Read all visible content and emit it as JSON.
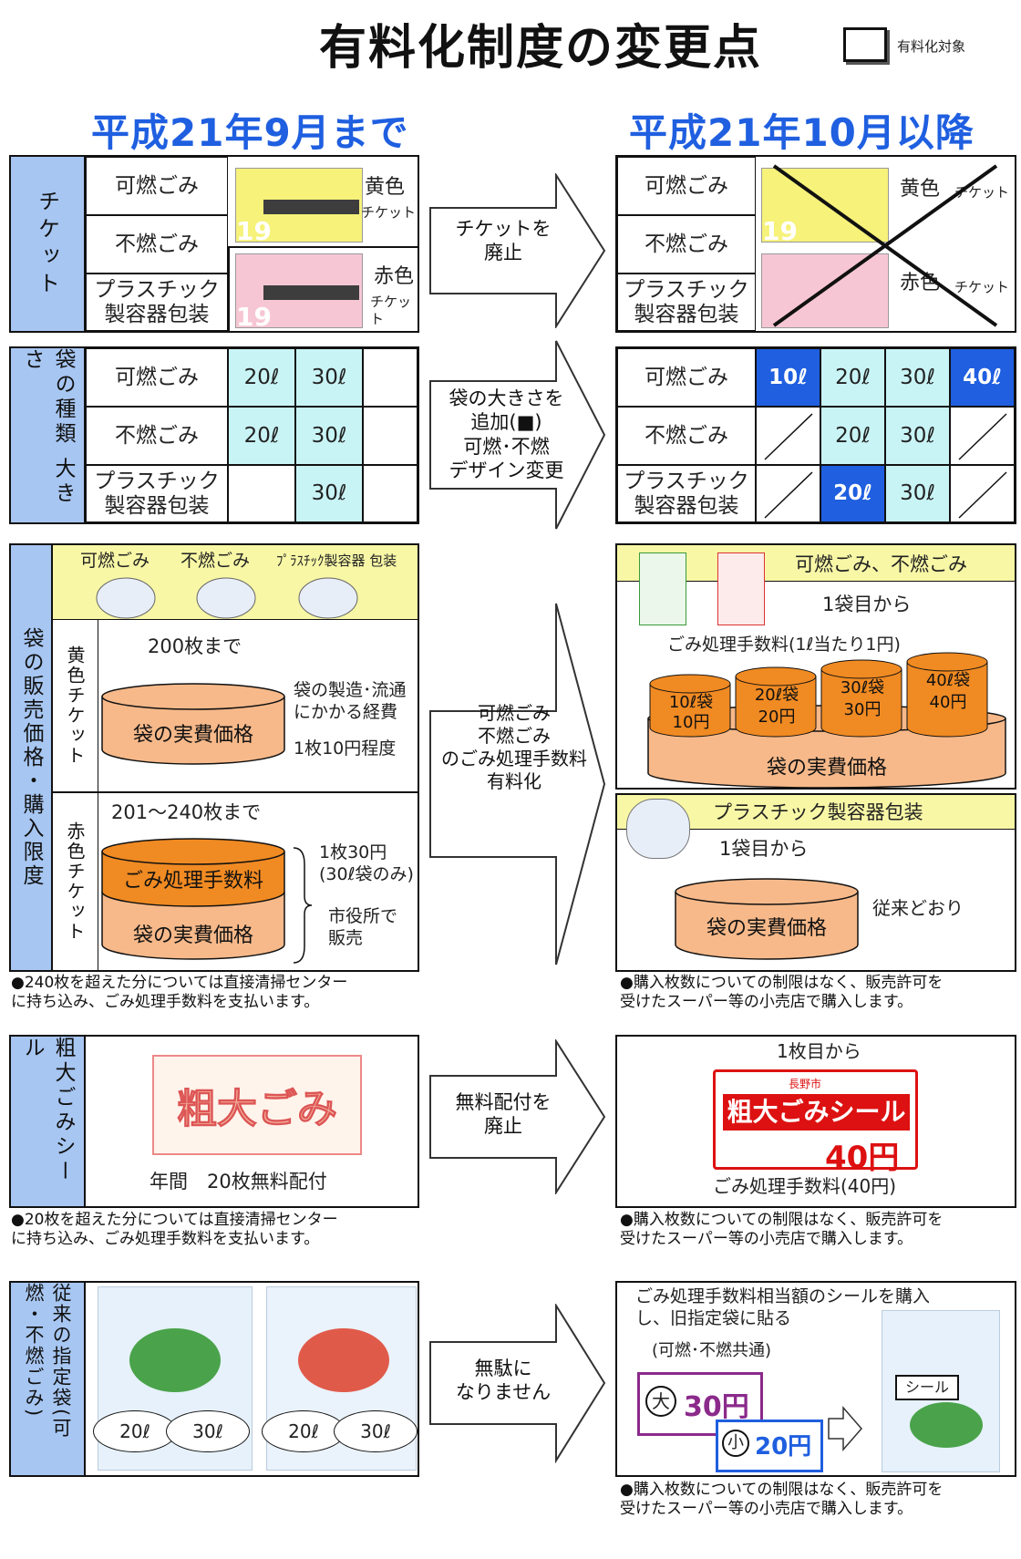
{
  "title": "有料化制度の変更点",
  "legend": "有料化対象",
  "before_heading": "平成21年9月まで",
  "after_heading": "平成21年10月以降",
  "rows": {
    "ticket": {
      "side": "チケット",
      "types": [
        "可燃ごみ",
        "不燃ごみ",
        "プラスチック\n製容器包装"
      ],
      "yellow_label": "黄色",
      "red_label": "赤色",
      "ticket_word": "チケット",
      "arrow": "チケットを\n廃止",
      "ticket_number": "19"
    },
    "bag_size": {
      "side": "袋の種類 大きさ",
      "types": [
        "可燃ごみ",
        "不燃ごみ",
        "プラスチック\n製容器包装"
      ],
      "before": [
        [
          "20ℓ",
          "30ℓ"
        ],
        [
          "20ℓ",
          "30ℓ"
        ],
        [
          "",
          "30ℓ"
        ]
      ],
      "after": [
        [
          "10ℓ",
          "20ℓ",
          "30ℓ",
          "40ℓ"
        ],
        [
          "",
          "20ℓ",
          "30ℓ",
          ""
        ],
        [
          "",
          "20ℓ",
          "30ℓ",
          ""
        ]
      ],
      "arrow": "袋の大きさを\n追加(■)\n可燃･不燃\nデザイン変更"
    },
    "sales": {
      "side": "袋の販売価格・購入限度",
      "headers": [
        "可燃ごみ",
        "不燃ごみ",
        "ﾌﾟﾗｽﾁｯｸ製容器 包装"
      ],
      "yellow_ticket": "黄色チケット",
      "red_ticket": "赤色チケット",
      "upto200": "200枚まで",
      "actual_price": "袋の実費価格",
      "cost_note": "袋の製造･流通\nにかかる経費",
      "per_sheet": "1枚10円程度",
      "range": "201～240枚まで",
      "fee": "ごみ処理手数料",
      "price30": "1枚30円\n(30ℓ袋のみ)",
      "city_hall": "市役所で\n販売",
      "note_before": "●240枚を超えた分については直接清掃センター\nに持ち込み、ごみ処理手数料を支払います。",
      "arrow": "可燃ごみ\n不燃ごみ\nのごみ処理手数料\n有料化",
      "after_header": "可燃ごみ、不燃ごみ",
      "from_first": "1袋目から",
      "fee_rate": "ごみ処理手数料(1ℓ当たり1円)",
      "cylinders": [
        {
          "size": "10ℓ袋",
          "price": "10円"
        },
        {
          "size": "20ℓ袋",
          "price": "20円"
        },
        {
          "size": "30ℓ袋",
          "price": "30円"
        },
        {
          "size": "40ℓ袋",
          "price": "40円"
        }
      ],
      "plastic_header": "プラスチック製容器包装",
      "as_before": "従来どおり",
      "note_after": "●購入枚数についての制限はなく、販売許可を\n受けたスーパー等の小売店で購入します。"
    },
    "oversize": {
      "side": "粗大ごみシール",
      "sticker_old": "粗大ごみ",
      "yearly": "年間　20枚無料配付",
      "note_before": "●20枚を超えた分については直接清掃センター\nに持ち込み、ごみ処理手数料を支払います。",
      "arrow": "無料配付を\n廃止",
      "from_first": "1枚目から",
      "city": "長野市",
      "sticker_new": "粗大ごみシール",
      "price_text": "40円",
      "fee_label": "ごみ処理手数料(40円)",
      "note_after": "●購入枚数についての制限はなく、販売許可を\n受けたスーパー等の小売店で購入します。"
    },
    "old_bags": {
      "side": "従来の指定袋(可燃・不燃ごみ)",
      "sizes": [
        "20ℓ",
        "30ℓ"
      ],
      "arrow": "無駄に\nなりません",
      "desc": "ごみ処理手数料相当額のシールを購入\nし、旧指定袋に貼る",
      "common": "(可燃･不燃共通)",
      "large": "大",
      "small": "小",
      "price30": "30円",
      "price20": "20円",
      "seal": "シール",
      "note_after": "●購入枚数についての制限はなく、販売許可を\n受けたスーパー等の小売店で購入します。"
    }
  },
  "colors": {
    "side_blue": "#a7c6f2",
    "cyan": "#c9f4f6",
    "blue": "#1f5fe0",
    "orange": "#f7b98a",
    "dark_orange": "#f08a22",
    "yellow": "#f8f7a6"
  }
}
